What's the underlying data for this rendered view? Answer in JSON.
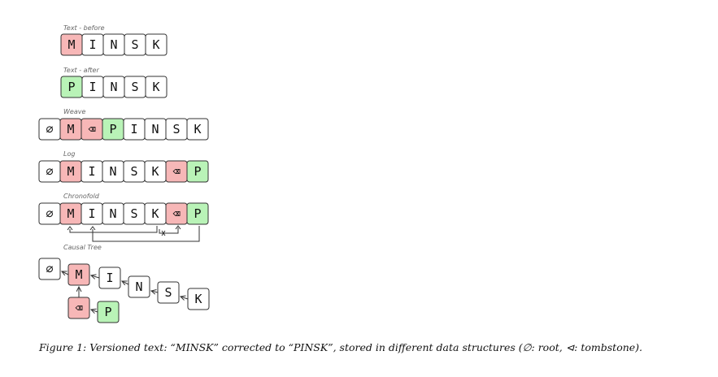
{
  "colors": {
    "deleted": "#f7b7b7",
    "inserted": "#b9f3b7",
    "plain": "#ffffff",
    "border": "#333333"
  },
  "labels": {
    "before": "Text - before",
    "after": "Text - after",
    "weave": "Weave",
    "log": "Log",
    "chronofold": "Chronofold",
    "causal": "Causal Tree"
  },
  "glyphs": {
    "root": "∅",
    "tombstone": "⌫"
  },
  "rows": {
    "before": [
      {
        "t": "M",
        "k": "deleted"
      },
      {
        "t": "I",
        "k": "plain"
      },
      {
        "t": "N",
        "k": "plain"
      },
      {
        "t": "S",
        "k": "plain"
      },
      {
        "t": "K",
        "k": "plain"
      }
    ],
    "after": [
      {
        "t": "P",
        "k": "inserted"
      },
      {
        "t": "I",
        "k": "plain"
      },
      {
        "t": "N",
        "k": "plain"
      },
      {
        "t": "S",
        "k": "plain"
      },
      {
        "t": "K",
        "k": "plain"
      }
    ],
    "weave": [
      {
        "t": "∅",
        "k": "plain",
        "root": true
      },
      {
        "t": "M",
        "k": "deleted"
      },
      {
        "t": "⌫",
        "k": "deleted"
      },
      {
        "t": "P",
        "k": "inserted"
      },
      {
        "t": "I",
        "k": "plain"
      },
      {
        "t": "N",
        "k": "plain"
      },
      {
        "t": "S",
        "k": "plain"
      },
      {
        "t": "K",
        "k": "plain"
      }
    ],
    "log": [
      {
        "t": "∅",
        "k": "plain",
        "root": true
      },
      {
        "t": "M",
        "k": "deleted"
      },
      {
        "t": "I",
        "k": "plain"
      },
      {
        "t": "N",
        "k": "plain"
      },
      {
        "t": "S",
        "k": "plain"
      },
      {
        "t": "K",
        "k": "plain"
      },
      {
        "t": "⌫",
        "k": "deleted"
      },
      {
        "t": "P",
        "k": "inserted"
      }
    ],
    "chronofold": [
      {
        "t": "∅",
        "k": "plain",
        "root": true
      },
      {
        "t": "M",
        "k": "deleted"
      },
      {
        "t": "I",
        "k": "plain"
      },
      {
        "t": "N",
        "k": "plain"
      },
      {
        "t": "S",
        "k": "plain"
      },
      {
        "t": "K",
        "k": "plain"
      },
      {
        "t": "⌫",
        "k": "deleted"
      },
      {
        "t": "P",
        "k": "inserted"
      }
    ]
  },
  "causal_tree": {
    "nodes": [
      {
        "t": "∅",
        "k": "plain",
        "root": true
      },
      {
        "t": "M",
        "k": "deleted"
      },
      {
        "t": "I",
        "k": "plain"
      },
      {
        "t": "N",
        "k": "plain"
      },
      {
        "t": "S",
        "k": "plain"
      },
      {
        "t": "K",
        "k": "plain"
      },
      {
        "t": "⌫",
        "k": "deleted"
      },
      {
        "t": "P",
        "k": "inserted"
      }
    ]
  },
  "caption": "Figure 1: Versioned text: “MINSK” corrected to “PINSK”, stored in different data structures (∅: root, ⊲: tombstone)."
}
